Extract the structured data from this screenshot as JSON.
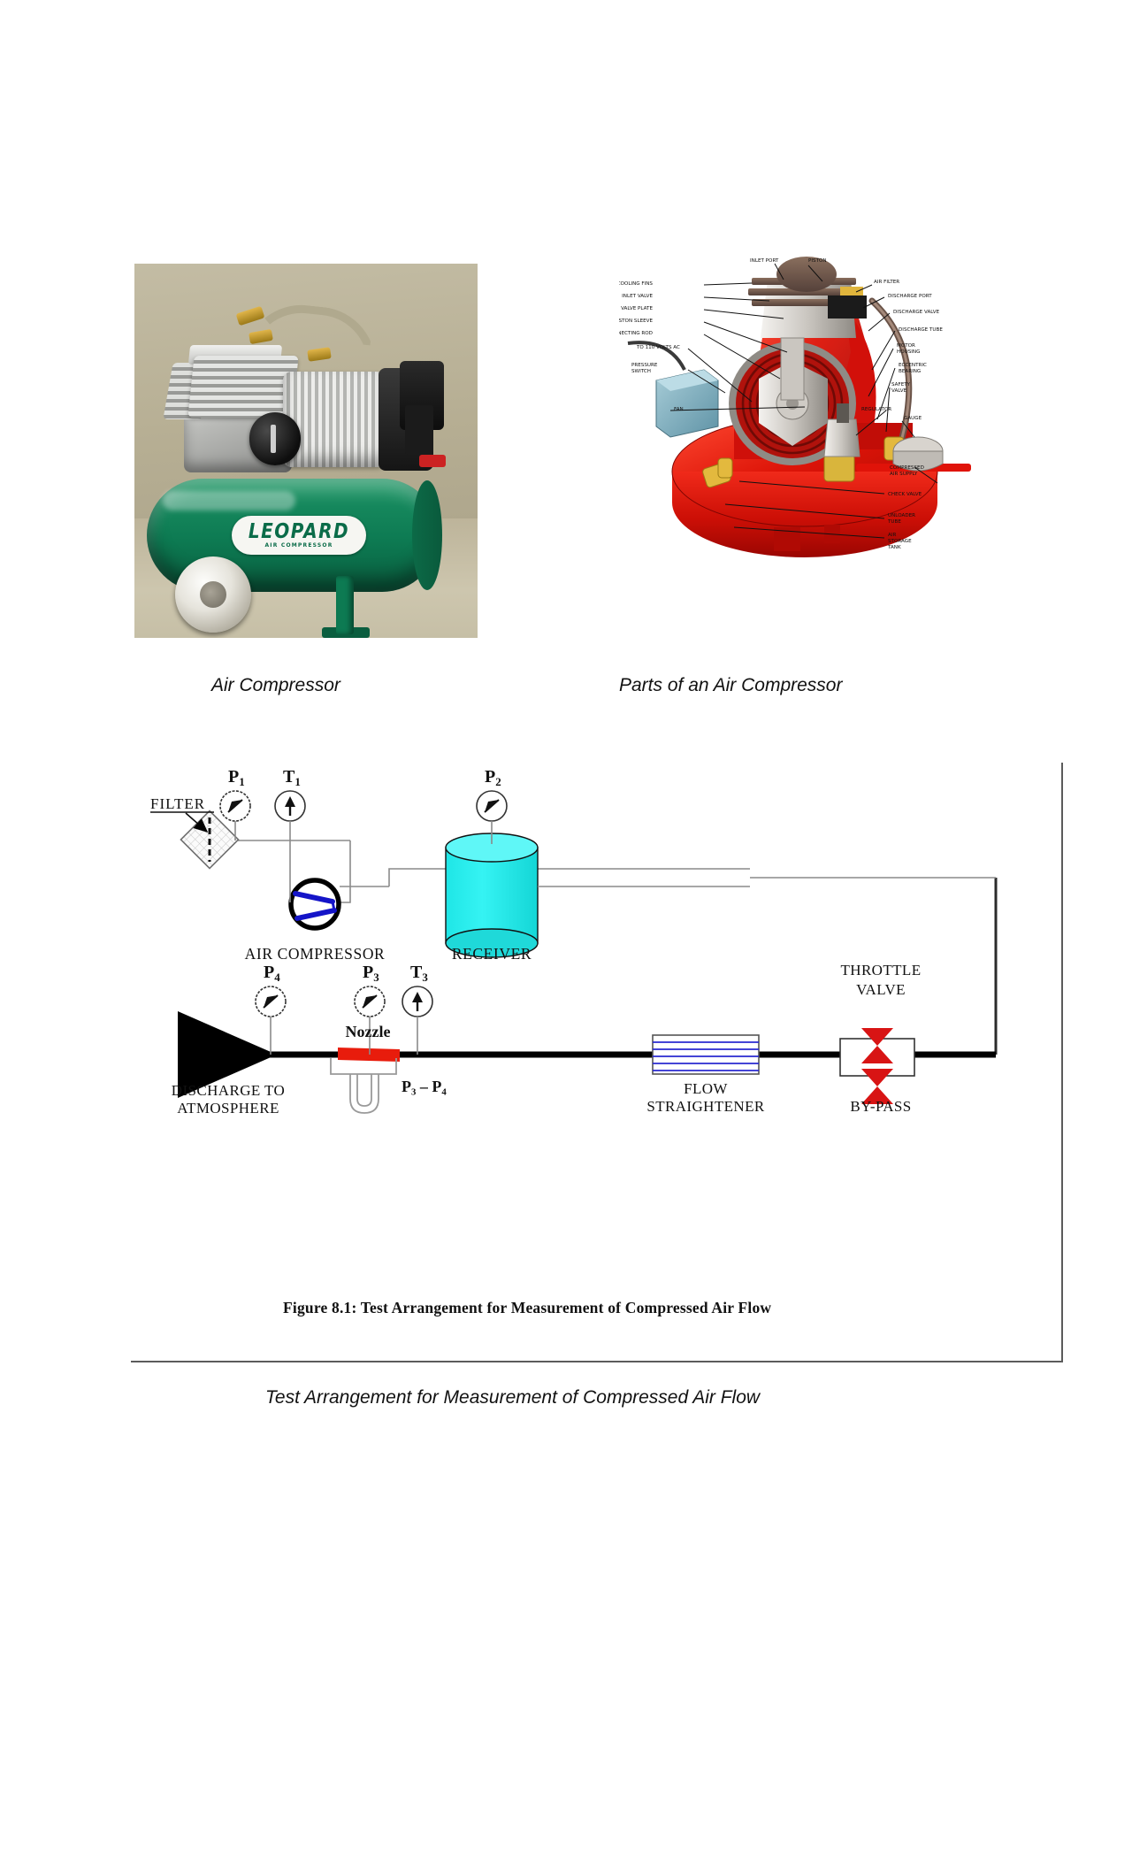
{
  "page": {
    "figure_caption": "Figure 8.1: Test Arrangement for Measurement of Compressed Air Flow"
  },
  "figures": [
    {
      "id": "photo",
      "caption": "Air Compressor",
      "tank_logo": {
        "brand": "LEOPARD",
        "subtitle": "AIR COMPRESSOR"
      }
    },
    {
      "id": "cutaway",
      "caption": "Parts of an Air Compressor"
    },
    {
      "id": "schematic",
      "caption": "Test Arrangement for Measurement of Compressed Air Flow"
    }
  ],
  "cutaway": {
    "labels_left": [
      "COOLING FINS",
      "INLET VALVE",
      "VALVE PLATE",
      "PISTON SLEEVE",
      "CONNECTING ROD",
      "TO 110 VOLTS AC",
      "PRESSURE SWITCH"
    ],
    "labels_top": [
      "INLET PORT",
      "PISTON",
      "AIR FILTER"
    ],
    "labels_right": [
      "DISCHARGE PORT",
      "DISCHARGE VALVE",
      "DISCHARGE TUBE",
      "MOTOR HOUSING",
      "ECCENTRIC BEARING",
      "SAFETY VALVE",
      "REGULATOR",
      "GAUGE",
      "COMPRESSED AIR SUPPLY",
      "CHECK VALVE",
      "UNLOADER TUBE",
      "AIR STORAGE TANK"
    ],
    "labels_inner": [
      "FAN"
    ]
  },
  "schematic": {
    "components": [
      {
        "name": "filter",
        "label": "FILTER"
      },
      {
        "name": "air-compressor",
        "label": "AIR COMPRESSOR"
      },
      {
        "name": "receiver",
        "label": "RECEIVER"
      },
      {
        "name": "nozzle",
        "label": "Nozzle"
      },
      {
        "name": "flow-straightener",
        "label": "FLOW\nSTRAIGHTENER"
      },
      {
        "name": "throttle-valve",
        "label": "THROTTLE\nVALVE"
      },
      {
        "name": "by-pass",
        "label": "BY-PASS"
      },
      {
        "name": "discharge",
        "label": "DISCHARGE TO\nATMOSPHERE"
      }
    ],
    "labels": {
      "filter": "FILTER",
      "air_compressor": "AIR COMPRESSOR",
      "receiver": "RECEIVER",
      "nozzle": "Nozzle",
      "flow_straightener_1": "FLOW",
      "flow_straightener_2": "STRAIGHTENER",
      "throttle_valve_1": "THROTTLE",
      "throttle_valve_2": "VALVE",
      "by_pass": "BY-PASS",
      "discharge_1": "DISCHARGE TO",
      "discharge_2": "ATMOSPHERE",
      "delta_p": "P₃ – P₄"
    },
    "instruments": [
      {
        "name": "gauge-p1",
        "tag": "P",
        "sub": "1",
        "type": "pressure"
      },
      {
        "name": "gauge-t1",
        "tag": "T",
        "sub": "1",
        "type": "temperature"
      },
      {
        "name": "gauge-p2",
        "tag": "P",
        "sub": "2",
        "type": "pressure"
      },
      {
        "name": "gauge-p4",
        "tag": "P",
        "sub": "4",
        "type": "pressure"
      },
      {
        "name": "gauge-p3",
        "tag": "P",
        "sub": "3",
        "type": "pressure"
      },
      {
        "name": "gauge-t3",
        "tag": "T",
        "sub": "3",
        "type": "temperature"
      }
    ],
    "colors": {
      "receiver_fill": "#2ff0f0",
      "compressor_blade": "#1414c8",
      "nozzle": "#e81c0c",
      "valve": "#d81414",
      "straightener_lines": "#2a2ad0",
      "pipe": "#000000",
      "thin_line": "#808080"
    }
  }
}
